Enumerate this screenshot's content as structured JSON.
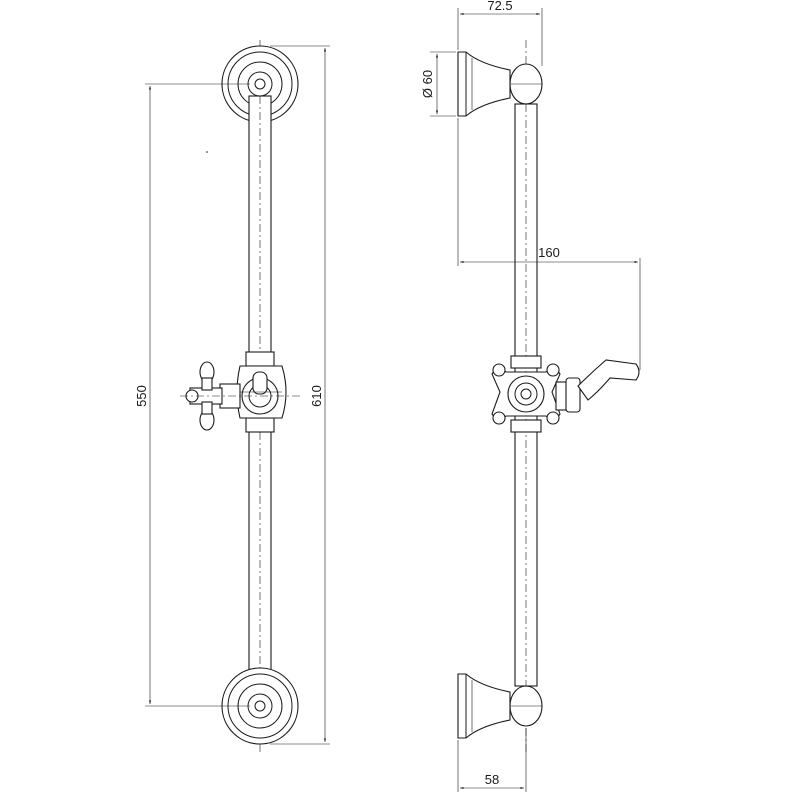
{
  "dimensions": {
    "slide_bar_length": "550",
    "overall_length": "610",
    "bracket_projection": "72.5",
    "flange_diameter": "Ø 60",
    "handle_projection": "160",
    "bracket_depth": "58"
  },
  "colors": {
    "line": "#1a1a1a",
    "background": "#ffffff"
  }
}
